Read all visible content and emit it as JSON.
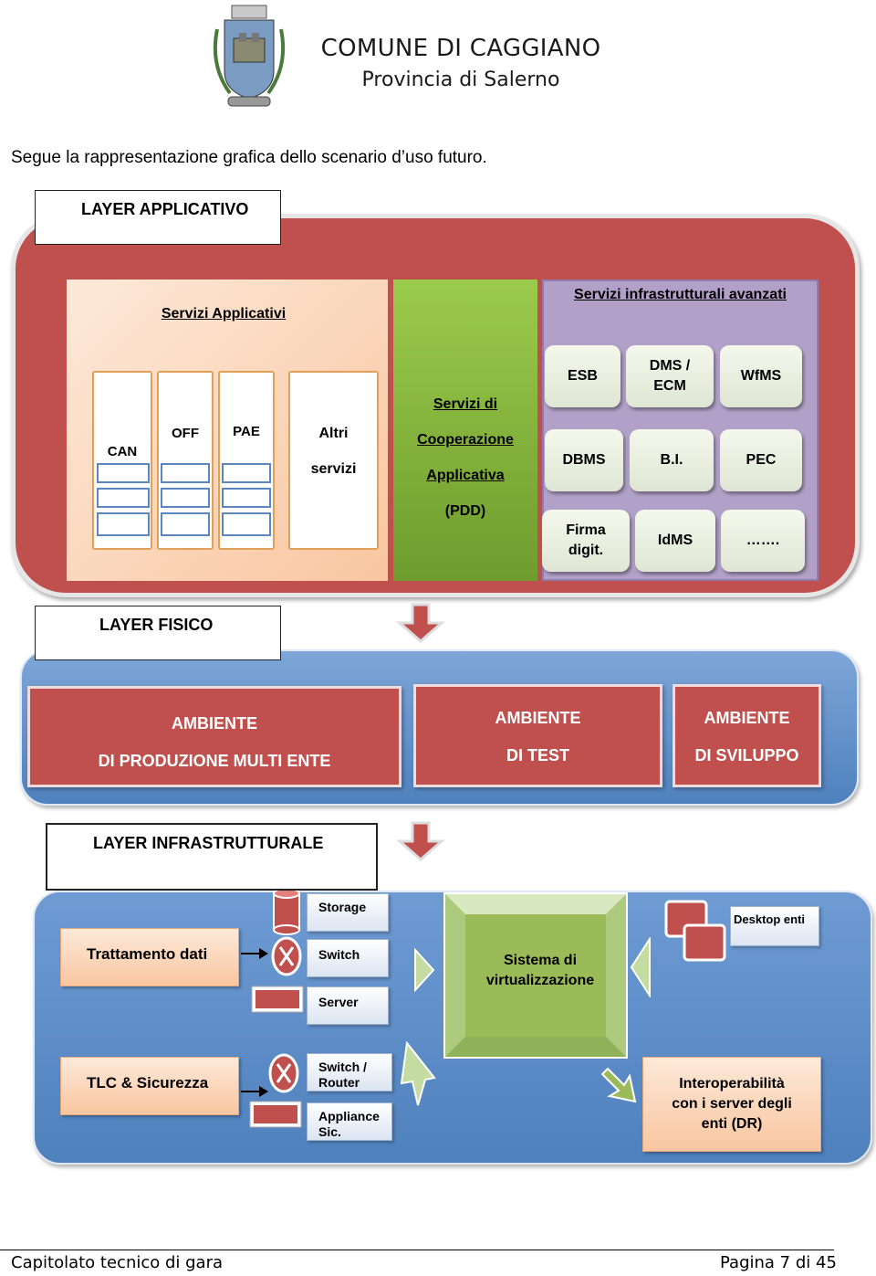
{
  "header": {
    "title": "COMUNE DI CAGGIANO",
    "subtitle": "Provincia di Salerno"
  },
  "intro": "Segue la rappresentazione grafica dello scenario d’uso futuro.",
  "layer_applicativo": {
    "label": "LAYER APPLICATIVO",
    "servizi_applicativi": {
      "title": "Servizi Applicativi",
      "columns": [
        "CAN",
        "OFF",
        "PAE"
      ],
      "altri": [
        "Altri",
        "servizi"
      ]
    },
    "cooperazione": [
      "Servizi di",
      "Cooperazione",
      "Applicativa",
      "(PDD)"
    ],
    "infrastrutturali": {
      "title": "Servizi  infrastrutturali avanzati",
      "tiles": [
        "ESB",
        "DMS / ECM",
        "WfMS",
        "DBMS",
        "B.I.",
        "PEC",
        "Firma digit.",
        "IdMS",
        "……."
      ]
    }
  },
  "layer_fisico": {
    "label": "LAYER FISICO",
    "ambienti": [
      {
        "line1": "AMBIENTE",
        "line2": "DI PRODUZIONE MULTI ENTE"
      },
      {
        "line1": "AMBIENTE",
        "line2": "DI TEST"
      },
      {
        "line1": "AMBIENTE",
        "line2": "DI SVILUPPO"
      }
    ]
  },
  "layer_infrastrutturale": {
    "label": "LAYER INFRASTRUTTURALE",
    "trattamento": "Trattamento dati",
    "tlc": "TLC  & Sicurezza",
    "tags": [
      "Storage",
      "Switch",
      "Server",
      "Switch / Router",
      "Appliance Sic."
    ],
    "virtualizzazione": [
      "Sistema di",
      "virtualizzazione"
    ],
    "desktop": "Desktop  enti",
    "interop": [
      "Interoperabilità",
      "con i server degli",
      "enti (DR)"
    ]
  },
  "colors": {
    "red": "#c0504d",
    "green": "#8cbf3f",
    "purple": "#b1a0c7",
    "blue": "#4f81bd",
    "peach": "#fbd4b4"
  },
  "footer": {
    "left": "Capitolato tecnico di gara",
    "right": "Pagina 7 di 45"
  }
}
